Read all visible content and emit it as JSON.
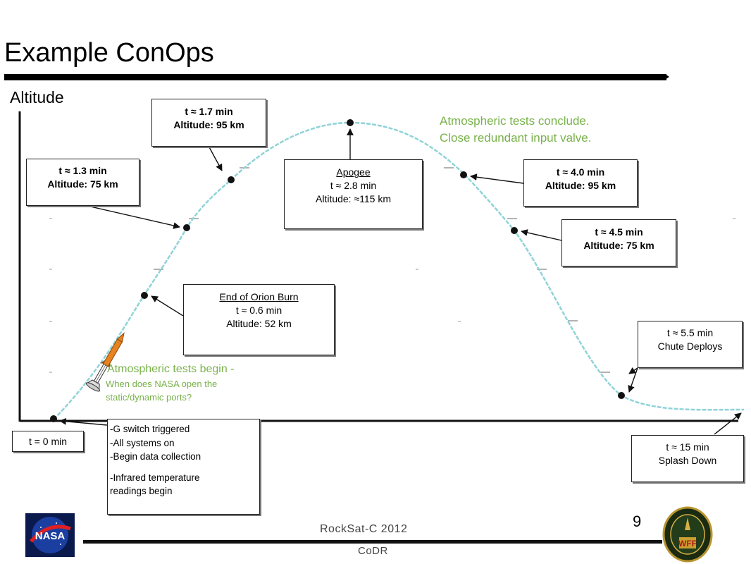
{
  "title": "Example ConOps",
  "y_axis_label": "Altitude",
  "labels": {
    "t0": "t = 0 min",
    "events": [
      "-G switch triggered",
      "-All systems on",
      "-Begin data collection",
      "-Infrared temperature readings begin"
    ],
    "burn": {
      "heading": "End of Orion Burn",
      "time": "t ≈ 0.6 min",
      "altitude": "Altitude: 52 km"
    },
    "t13": {
      "time": "t ≈ 1.3 min",
      "altitude": "Altitude: 75 km"
    },
    "t17": {
      "time": "t ≈ 1.7 min",
      "altitude": "Altitude: 95 km"
    },
    "apogee": {
      "heading": "Apogee",
      "time": "t ≈ 2.8 min",
      "altitude": "Altitude: ≈115 km"
    },
    "t40": {
      "time": "t ≈ 4.0 min",
      "altitude": "Altitude: 95 km"
    },
    "t45": {
      "time": "t ≈ 4.5 min",
      "altitude": "Altitude: 75 km"
    },
    "t55": {
      "time": "t ≈ 5.5 min",
      "event": "Chute Deploys"
    },
    "t15": {
      "time": "t ≈ 15 min",
      "event": "Splash Down"
    }
  },
  "notes": {
    "tests_conclude": [
      "Atmospheric tests conclude.",
      "Close redundant input valve."
    ],
    "tests_begin_heading": "Atmospheric tests begin -",
    "tests_begin_sub": "When does NASA open the static/dynamic ports?"
  },
  "page_number": "9",
  "footer": {
    "line1": "RockSat-C 2012",
    "line2": "CoDR"
  },
  "logos": {
    "left": "NASA",
    "right": "WFF"
  },
  "colors": {
    "trajectory": "#8fd3d8",
    "note_green": "#79b24b",
    "rocket": "#e8821e"
  }
}
